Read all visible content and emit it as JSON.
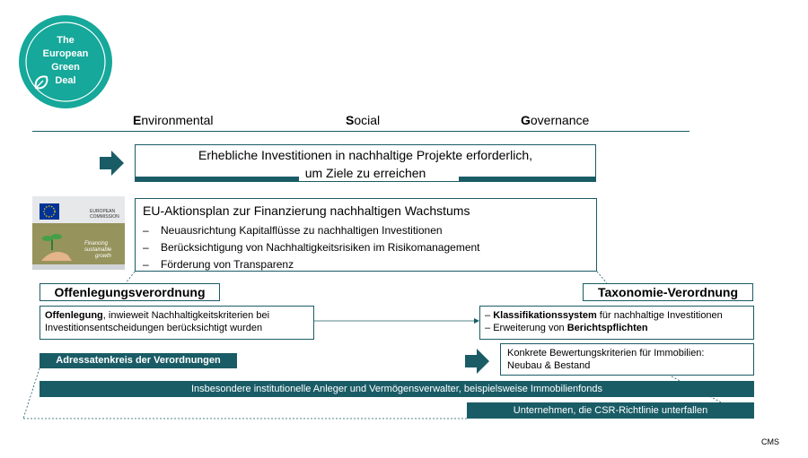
{
  "logo": {
    "lines": [
      "The",
      "European",
      "Green",
      "Deal"
    ],
    "icon": "leaf-icon",
    "ring_color": "#16a89a"
  },
  "esg": {
    "environmental": {
      "initial": "E",
      "rest": "nvironmental"
    },
    "social": {
      "initial": "S",
      "rest": "ocial"
    },
    "governance": {
      "initial": "G",
      "rest": "overnance"
    }
  },
  "investment_box": {
    "line1": "Erhebliche Investitionen in nachhaltige Projekte erforderlich,",
    "line2": "um Ziele zu erreichen"
  },
  "ec_card": {
    "org_line1": "EUROPEAN",
    "org_line2": "COMMISSION",
    "caption_line1": "Financing",
    "caption_line2": "sustainable",
    "caption_line3": "growth"
  },
  "action_plan": {
    "title": "EU-Aktionsplan zur Finanzierung nachhaltigen Wachstums",
    "items": [
      "Neuausrichtung Kapitalflüsse zu nachhaltigen Investitionen",
      "Berücksichtigung von Nachhaltigkeitsrisiken im Risikomanagement",
      "Förderung von Transparenz"
    ],
    "dash": "–"
  },
  "disclosure": {
    "title": "Offenlegungsverordnung",
    "bold": "Offenlegung",
    "text_after_bold": ", inwieweit Nachhaltigkeitskriterien bei",
    "line2": "Investitionsentscheidungen berücksichtigt wurden",
    "scope_label": "Adressatenkreis der Verordnungen"
  },
  "taxonomy": {
    "title": "Taxonomie-Verordnung",
    "item1_bold": "Klassifikationssystem",
    "item1_rest": " für nachhaltige Investitionen",
    "item2_pre": "Erweiterung von ",
    "item2_bold": "Berichtspflichten",
    "criteria_line1": "Konkrete Bewertungskriterien für Immobilien:",
    "criteria_line2": "Neubau & Bestand"
  },
  "bars": {
    "investors": "Insbesondere institutionelle Anleger und Vermögensverwalter, beispielsweise Immobilienfonds",
    "companies": "Unternehmen, die CSR-Richtlinie unterfallen"
  },
  "footer": {
    "brand": "CMS"
  },
  "colors": {
    "accent": "#1a5c66",
    "logo": "#16a89a"
  }
}
